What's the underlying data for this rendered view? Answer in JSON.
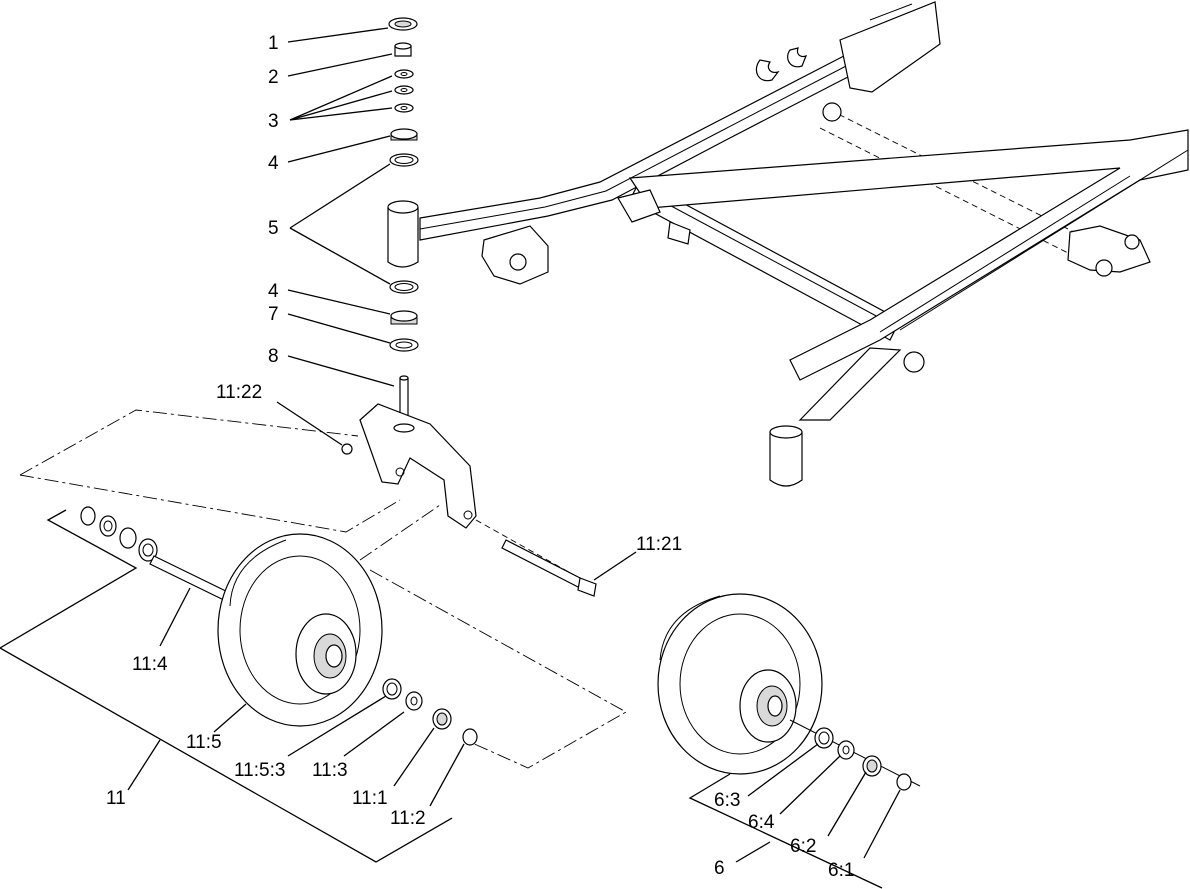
{
  "callouts": [
    {
      "key": "c1",
      "text": "1"
    },
    {
      "key": "c2",
      "text": "2"
    },
    {
      "key": "c3",
      "text": "3"
    },
    {
      "key": "c4a",
      "text": "4"
    },
    {
      "key": "c5",
      "text": "5"
    },
    {
      "key": "c4b",
      "text": "4"
    },
    {
      "key": "c7",
      "text": "7"
    },
    {
      "key": "c8",
      "text": "8"
    },
    {
      "key": "c1122",
      "text": "11:22"
    },
    {
      "key": "c1121",
      "text": "11:21"
    },
    {
      "key": "c114",
      "text": "11:4"
    },
    {
      "key": "c115",
      "text": "11:5"
    },
    {
      "key": "c1153",
      "text": "11:5:3"
    },
    {
      "key": "c113",
      "text": "11:3"
    },
    {
      "key": "c111",
      "text": "11:1"
    },
    {
      "key": "c112",
      "text": "11:2"
    },
    {
      "key": "c11",
      "text": "11"
    },
    {
      "key": "c63",
      "text": "6:3"
    },
    {
      "key": "c64",
      "text": "6:4"
    },
    {
      "key": "c62",
      "text": "6:2"
    },
    {
      "key": "c61",
      "text": "6:1"
    },
    {
      "key": "c6",
      "text": "6"
    }
  ]
}
